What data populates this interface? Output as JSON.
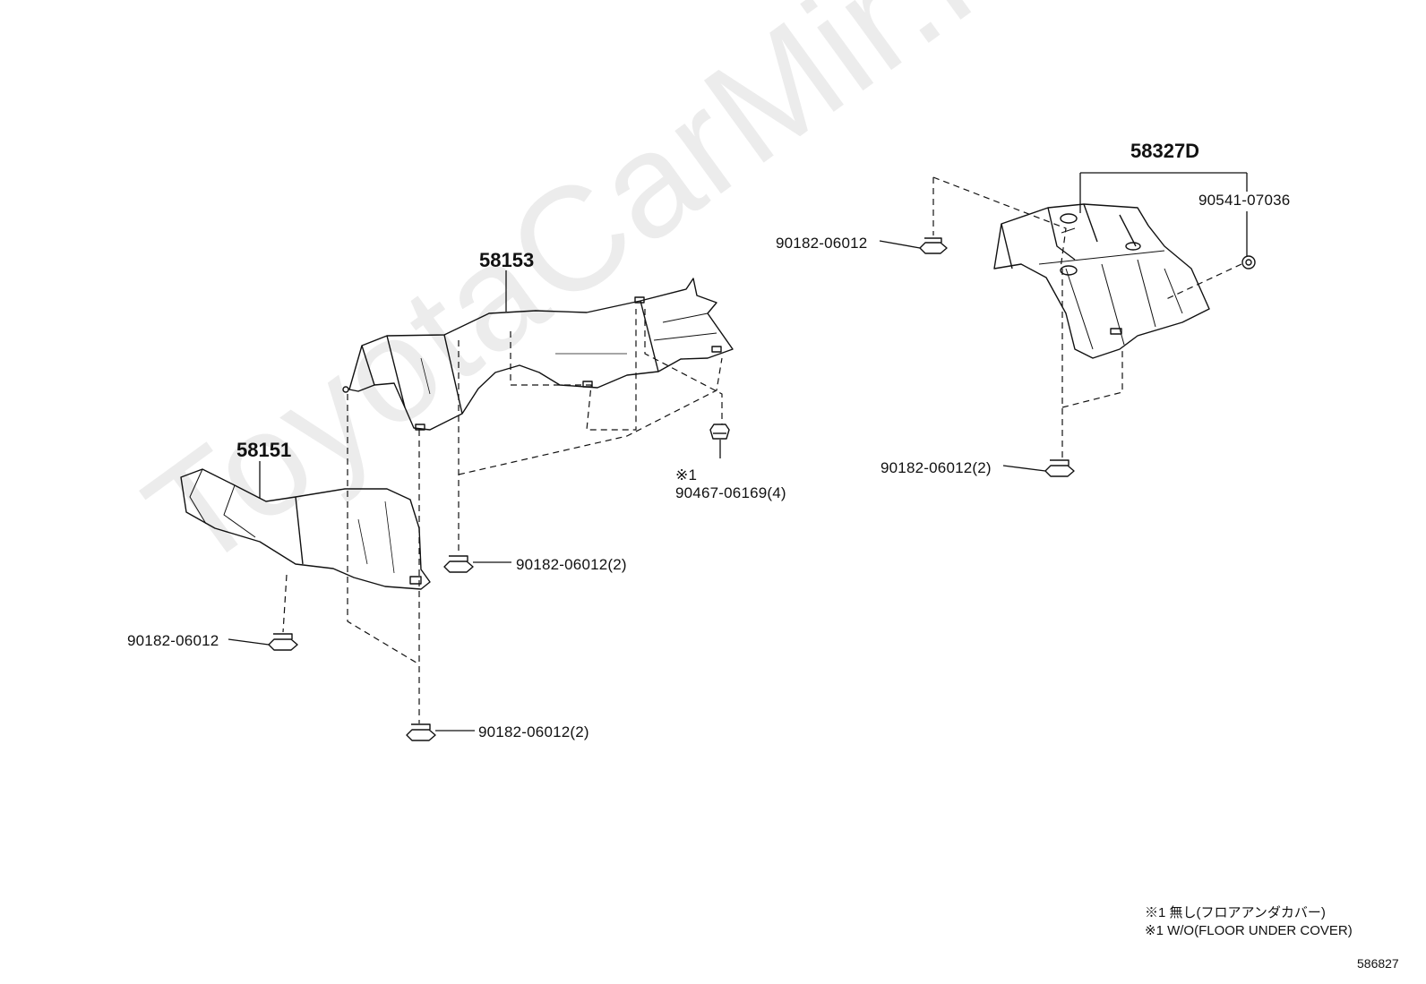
{
  "watermark": "ToyotaCarMir.ru",
  "parts": {
    "p58153": "58153",
    "p58151": "58151",
    "p58327d": "58327D",
    "p90541": "90541-07036",
    "clip_right_top": "90182-06012",
    "clip_right_bottom": "90182-06012(2)",
    "grommet_mark": "※1",
    "grommet": "90467-06169(4)",
    "clip_center": "90182-06012(2)",
    "clip_left": "90182-06012",
    "clip_bottom": "90182-06012(2)"
  },
  "notes": {
    "line1": "※1 無し(フロアアンダカバー)",
    "line2": "※1 W/O(FLOOR UNDER COVER)"
  },
  "diagram_id": "586827"
}
